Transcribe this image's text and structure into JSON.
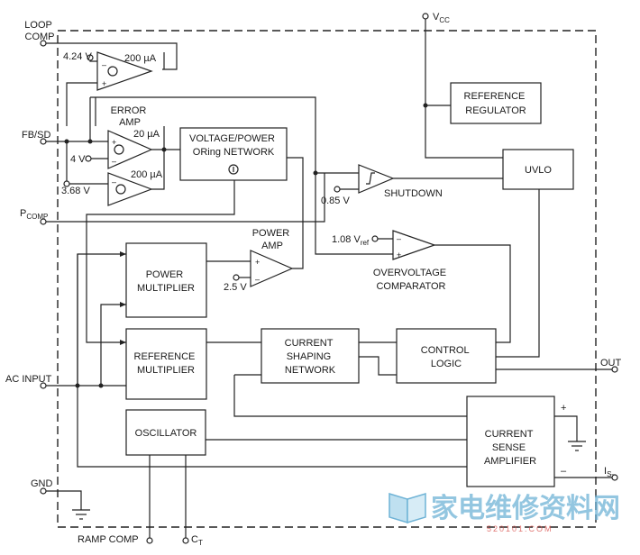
{
  "pins": {
    "vcc": "V",
    "vcc_sub": "CC",
    "loop_comp_1": "LOOP",
    "loop_comp_2": "COMP",
    "fb_sd": "FB/SD",
    "pcomp": "P",
    "pcomp_sub": "COMP",
    "ac_input": "AC INPUT",
    "gnd": "GND",
    "ramp_comp": "RAMP COMP",
    "ct": "C",
    "ct_sub": "T",
    "out": "OUT",
    "is": "I",
    "is_sub": "S–"
  },
  "blocks": {
    "reference_regulator": [
      "REFERENCE",
      "REGULATOR"
    ],
    "uvlo": [
      "UVLO"
    ],
    "vp_oring": [
      "VOLTAGE/POWER",
      "ORing NETWORK"
    ],
    "power_multiplier": [
      "POWER",
      "MULTIPLIER"
    ],
    "reference_multiplier": [
      "REFERENCE",
      "MULTIPLIER"
    ],
    "current_shaping": [
      "CURRENT",
      "SHAPING",
      "NETWORK"
    ],
    "control_logic": [
      "CONTROL",
      "LOGIC"
    ],
    "oscillator": [
      "OSCILLATOR"
    ],
    "current_sense": [
      "CURRENT",
      "SENSE",
      "AMPLIFIER"
    ]
  },
  "labels": {
    "v424": "4.24 V",
    "i200a": "200 µA",
    "error_amp_1": "ERROR",
    "error_amp_2": "AMP",
    "i20": "20 µA",
    "v4": "4 V",
    "v368": "3.68 V",
    "i200b": "200 µA",
    "v085": "0.85 V",
    "shutdown": "SHUTDOWN",
    "v108": "1.08 V",
    "v108_sub": "ref",
    "overvoltage_1": "OVERVOLTAGE",
    "overvoltage_2": "COMPARATOR",
    "power_amp_1": "POWER",
    "power_amp_2": "AMP",
    "v25": "2.5 V",
    "plus": "+",
    "minus": "–"
  },
  "watermark": {
    "text": "家电维修资料网",
    "site": "520101.COM"
  },
  "colors": {
    "line": "#222222",
    "watermark_blue": "#6fb3d6",
    "watermark_red": "#d9534f"
  }
}
